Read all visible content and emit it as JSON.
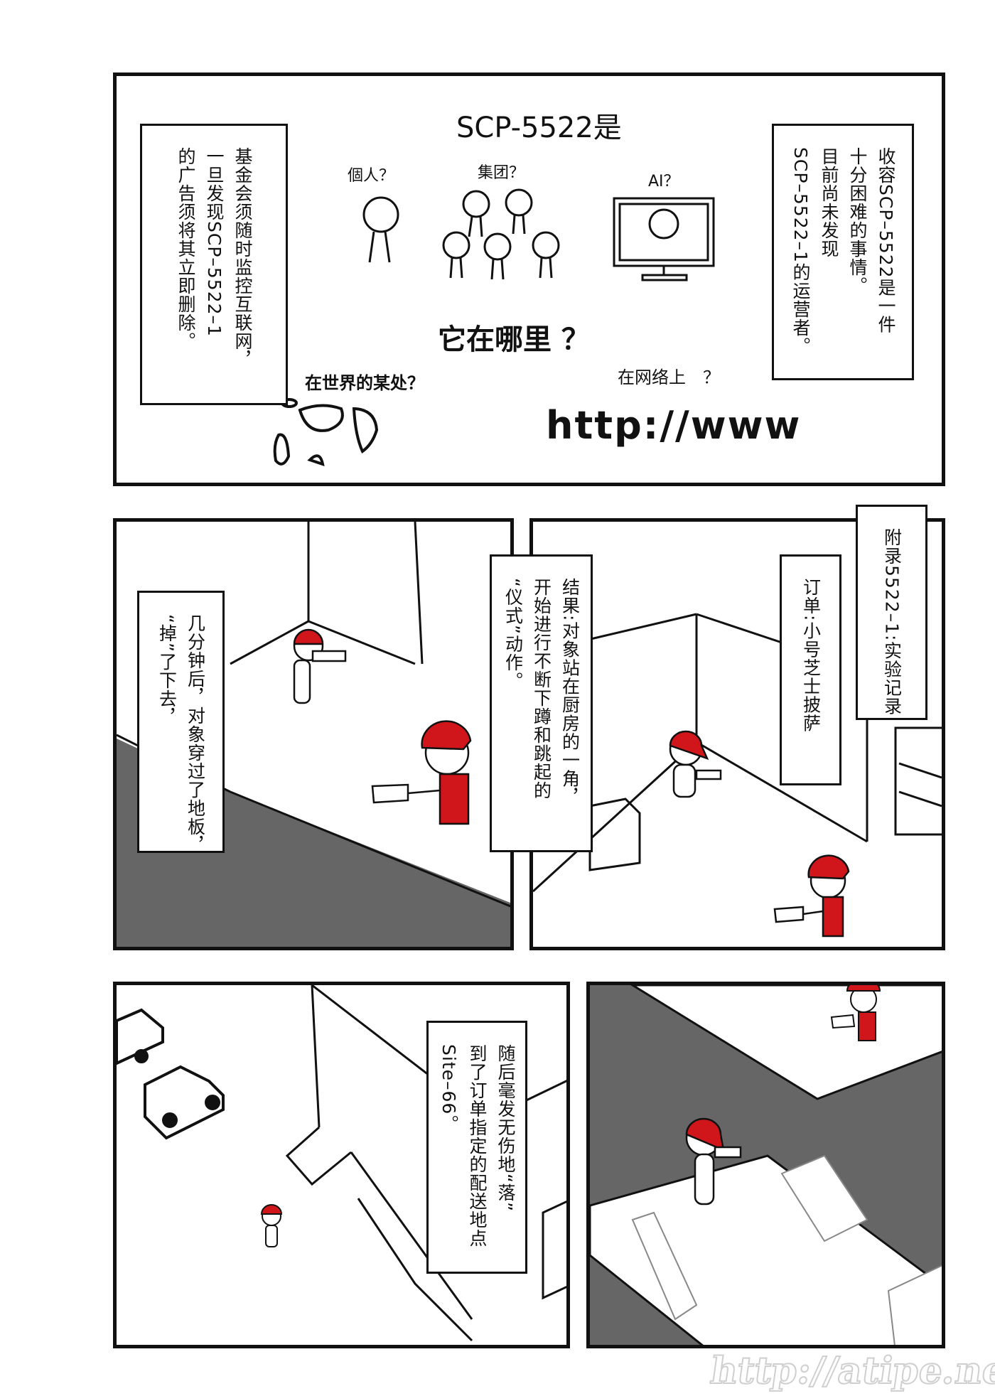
{
  "panel1": {
    "title": "SCP-5522是",
    "label_individual": "個人？",
    "label_group": "集团？",
    "label_ai": "AI？",
    "question": "它在哪里 ？",
    "label_world": "在世界的某处？",
    "label_network": "在网络上　？",
    "url_text": "http://www",
    "caption_left": [
      "基金会须随时监控互联网，",
      "一旦发现SCP–5522–1",
      "的广告须将其立即删除。"
    ],
    "caption_right": [
      "收容SCP–5522是一件",
      "十分困难的事情。",
      "目前尚未发现",
      "SCP–5522–1的运营者。"
    ]
  },
  "panel2": {
    "caption": [
      "几分钟后，对象穿过了地板，",
      "“掉”了下去，"
    ]
  },
  "panel3": {
    "caption_result": [
      "结果:对象站在厨房的一角，",
      "开始进行不断下蹲和跳起的",
      "“仪式”动作。"
    ],
    "caption_order": [
      "订单:小号芝士披萨"
    ],
    "caption_appendix": [
      "附录5522–1:实验记录"
    ]
  },
  "panel5": {
    "caption": [
      "随后毫发无伤地“落”",
      "到了订单指定的配送地点",
      "Site–66。"
    ]
  },
  "watermark": "http://atipe.net/",
  "colors": {
    "ink": "#111111",
    "cap_red": "#d0151b",
    "floor_gray": "#666666"
  }
}
